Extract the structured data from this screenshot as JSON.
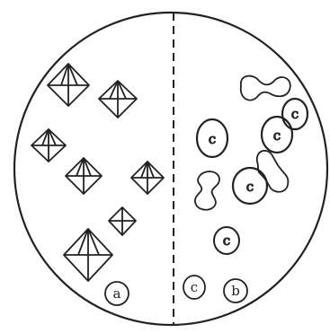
{
  "labels": {
    "left_region": "a",
    "right_region": "b",
    "cell_marker": "c"
  },
  "colors": {
    "ink": "#222222",
    "paper": "#ffffff"
  },
  "left_region": {
    "shape": "octahedral crystal (square with diagonals)",
    "count": 7
  },
  "right_region": {
    "items": [
      {
        "shape": "ring cell with letter c",
        "label": "c"
      },
      {
        "shape": "ring cell with letter c",
        "label": "c"
      },
      {
        "shape": "ring cell with letter c",
        "label": "c"
      },
      {
        "shape": "ring cell with letter c",
        "label": "c"
      },
      {
        "shape": "ring cell with letter c",
        "label": "c"
      },
      {
        "shape": "dumbbell-shaped cell"
      },
      {
        "shape": "dumbbell-shaped cell"
      },
      {
        "shape": "dumbbell-shaped cell"
      }
    ]
  }
}
